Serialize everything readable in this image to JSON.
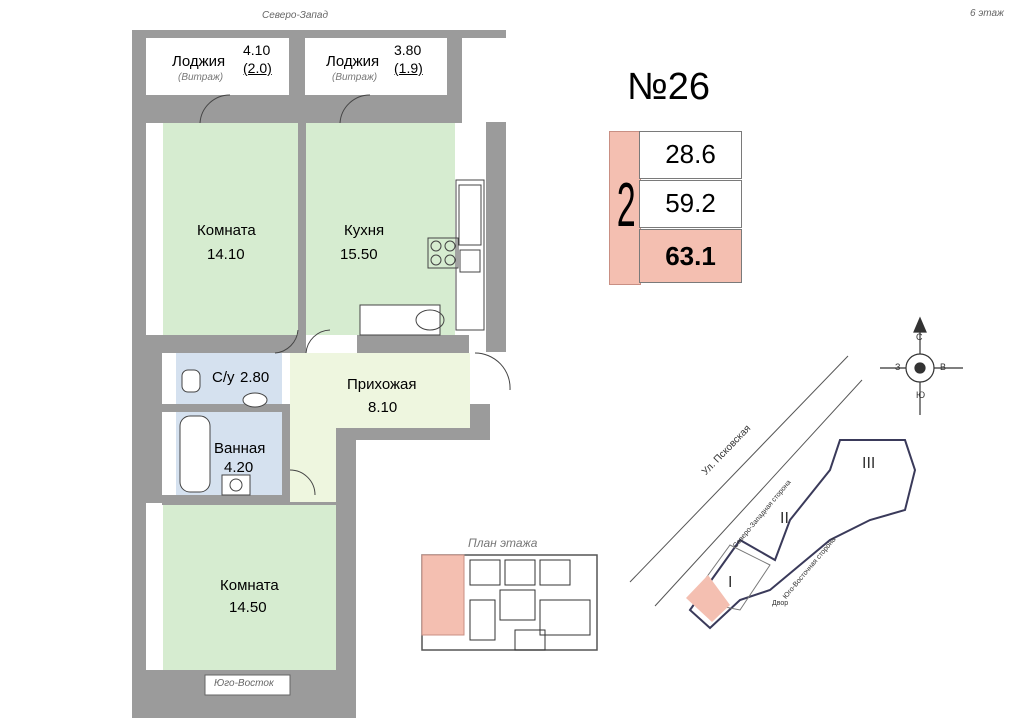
{
  "header": {
    "orientation_top": "Северо-Запад",
    "floor": "6 этаж",
    "orientation_bottom": "Юго-Восток"
  },
  "loggias": [
    {
      "label": "Лоджия",
      "area": "4.10",
      "reduced": "(2.0)",
      "note": "(Витраж)"
    },
    {
      "label": "Лоджия",
      "area": "3.80",
      "reduced": "(1.9)",
      "note": "(Витраж)"
    }
  ],
  "rooms": {
    "room1": {
      "label": "Комната",
      "area": "14.10"
    },
    "kitchen": {
      "label": "Кухня",
      "area": "15.50"
    },
    "wc": {
      "label": "С/у",
      "area": "2.80"
    },
    "hall": {
      "label": "Прихожая",
      "area": "8.10"
    },
    "bath": {
      "label": "Ванная",
      "area": "4.20"
    },
    "room2": {
      "label": "Комната",
      "area": "14.50"
    }
  },
  "info": {
    "apartment": "№26",
    "rooms_count": "2",
    "living_area": "28.6",
    "total_area": "59.2",
    "full_area": "63.1"
  },
  "floor_plan_caption": "План этажа",
  "site_plan": {
    "street": "Ул. Псковская",
    "nw_side": "Северо-Западная сторона",
    "se_side": "Юго-Восточная сторона",
    "yard": "Двор",
    "sections": [
      "I",
      "II",
      "III"
    ]
  },
  "compass": {
    "n": "С",
    "s": "Ю",
    "e": "В",
    "w": "З"
  },
  "colors": {
    "wall": "#9b9b9b",
    "kitchen": "#d6ecd0",
    "hall": "#eef6df",
    "wet": "#d5e1ef",
    "accent": "#f4bfb1"
  }
}
